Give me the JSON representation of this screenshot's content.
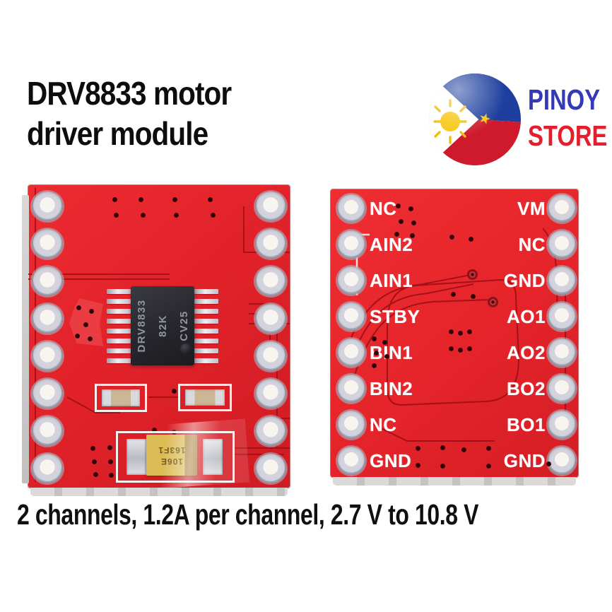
{
  "header": {
    "title_line1": "DRV8833 motor",
    "title_line2": "driver module"
  },
  "logo": {
    "name_line1": "PINOY",
    "name_line2": "STORE"
  },
  "boards": {
    "front": {
      "ic_marking": [
        "DRV8833",
        "82K",
        "CV25"
      ],
      "capacitor_marking": [
        "106E",
        "163F1"
      ]
    },
    "back": {
      "left_pins": [
        "NC",
        "AIN2",
        "AIN1",
        "STBY",
        "BIN1",
        "BIN2",
        "NC",
        "GND"
      ],
      "right_pins": [
        "VM",
        "NC",
        "GND",
        "AO1",
        "AO2",
        "BO2",
        "BO1",
        "GND"
      ]
    }
  },
  "caption": {
    "text": "2 channels, 1.2A per channel, 2.7 V to 10.8 V"
  },
  "colors": {
    "board_red": "#e4232b",
    "trace_red": "#a30f16",
    "silkscreen_white": "#ffffff",
    "pinoy_blue": "#3439b6",
    "store_red": "#e51e2d",
    "flag_blue": "#1e3f9e",
    "flag_red": "#cf1a2e",
    "sun_yellow": "#f7c611",
    "chip_black": "#26262c",
    "tantalum_tan": "#d9b851"
  }
}
